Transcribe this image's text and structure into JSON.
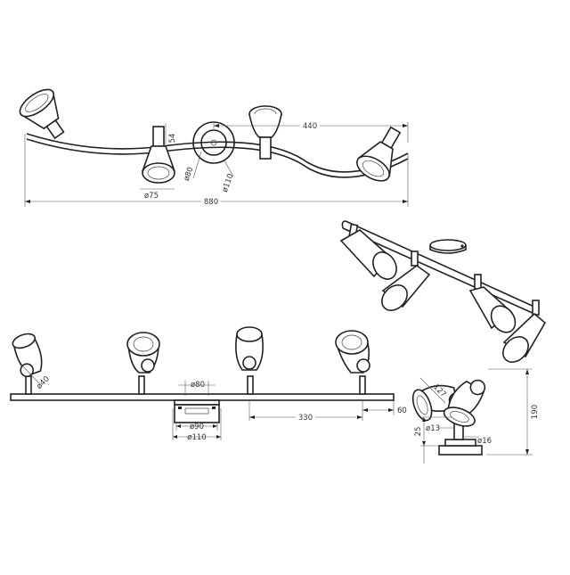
{
  "dimensions": {
    "top_view": {
      "overall_width": "880",
      "half_width": "440",
      "shade_diameter": "ø75",
      "shade_height": "54",
      "canopy_inner": "ø80",
      "canopy_outer": "ø110"
    },
    "front_view": {
      "shade_diameter": "ø40",
      "canopy_top": "ø80",
      "canopy_mid": "ø90",
      "canopy_bottom": "ø110",
      "spot_spacing": "330",
      "end_offset": "60"
    },
    "side_view": {
      "height": "190",
      "shade_length": "127",
      "stem_diameter": "ø13",
      "stem_length": "25",
      "base_diameter": "ø16"
    }
  }
}
